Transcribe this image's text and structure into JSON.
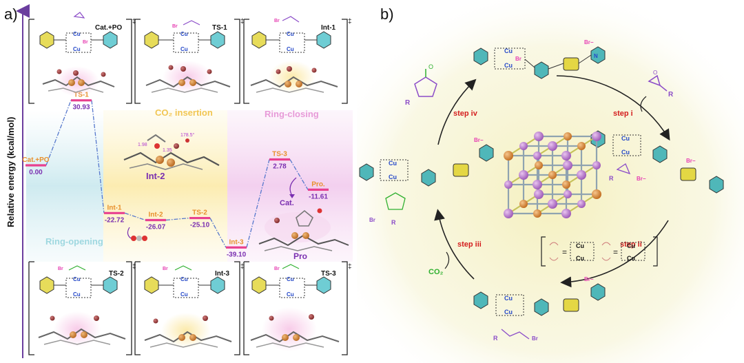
{
  "panels": {
    "a": "a)",
    "b": "b)"
  },
  "colors": {
    "energy_level": "#e8408f",
    "path": "#5577cc",
    "label_orange": "#e8902c",
    "label_purple": "#7a2fb0",
    "phase_blue": "#bfe3ea",
    "phase_yellow": "#fbe9a8",
    "phase_pink": "#f4cdee",
    "cycle_bg": "#f6f3c2",
    "step_red": "#d41e1e",
    "cu_blue": "#2448c8",
    "br_pink": "#e63fb2",
    "co2_green": "#2fb02f",
    "phenyl_yellow": "#d8cb3c",
    "pyridinium_teal": "#32b2b8",
    "node_purple": "#b877cf",
    "node_orange": "#e09040",
    "axis_purple": "#6a3d9e"
  },
  "energy_profile": {
    "y_axis_label": "Relative energy (kcal/mol)",
    "phases": [
      {
        "name": "Ring-opening"
      },
      {
        "name": "CO₂ insertion"
      },
      {
        "name": "Ring-closing"
      }
    ],
    "species": [
      {
        "label": "Cat.+PO",
        "energy": 0.0,
        "energy_text": "0.00"
      },
      {
        "label": "TS-1",
        "energy": 30.93,
        "energy_text": "30.93"
      },
      {
        "label": "Int-1",
        "energy": -22.72,
        "energy_text": "-22.72"
      },
      {
        "label": "Int-2",
        "energy": -26.07,
        "energy_text": "-26.07"
      },
      {
        "label": "TS-2",
        "energy": -25.1,
        "energy_text": "-25.10"
      },
      {
        "label": "Int-3",
        "energy": -39.1,
        "energy_text": "-39.10"
      },
      {
        "label": "TS-3",
        "energy": 2.78,
        "energy_text": "2.78"
      },
      {
        "label": "Pro.",
        "energy": -11.61,
        "energy_text": "-11.61"
      }
    ],
    "annotations": {
      "int2_structure": "Int-2",
      "pro_structure": "Pro",
      "cat_release": "Cat."
    }
  },
  "structure_boxes": {
    "top": [
      "Cat.+PO",
      "TS-1",
      "Int-1"
    ],
    "bottom": [
      "TS-2",
      "Int-3",
      "TS-3"
    ],
    "dagger": "‡"
  },
  "catalytic_cycle": {
    "steps": [
      "step i",
      "step ii",
      "step iii",
      "step iv"
    ],
    "co2": "CO₂",
    "atoms": {
      "cu": "Cu",
      "br": "Br",
      "br_minus": "Br−",
      "r": "R",
      "o": "O",
      "n": "N",
      "plus": "+"
    },
    "legend_left": [
      "=",
      "Cu",
      "Cu"
    ],
    "legend_right": [
      "=",
      "Cu",
      "Cu"
    ]
  }
}
